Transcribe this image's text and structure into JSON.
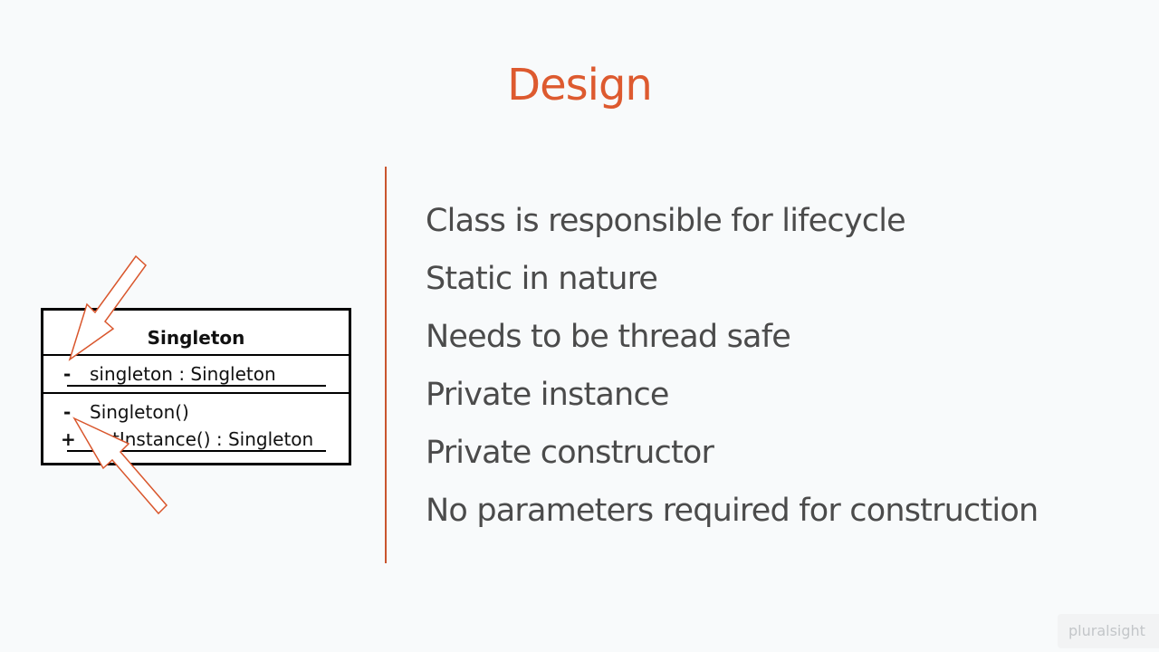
{
  "slide": {
    "title": "Design",
    "bullets": [
      "Class is responsible for lifecycle",
      "Static in nature",
      "Needs to be thread safe",
      "Private instance",
      "Private constructor",
      "No parameters required for construction"
    ]
  },
  "uml": {
    "class_name": "Singleton",
    "attribute": {
      "visibility": "-",
      "text": "singleton : Singleton"
    },
    "operations": [
      {
        "visibility": "-",
        "text": "Singleton()"
      },
      {
        "visibility": "+",
        "text": "getInstance() : Singleton"
      }
    ]
  },
  "branding": {
    "logo_text": "pluralsight"
  },
  "colors": {
    "accent": "#dd5a2f",
    "text": "#4b4b4b",
    "background": "#f8fafb"
  }
}
